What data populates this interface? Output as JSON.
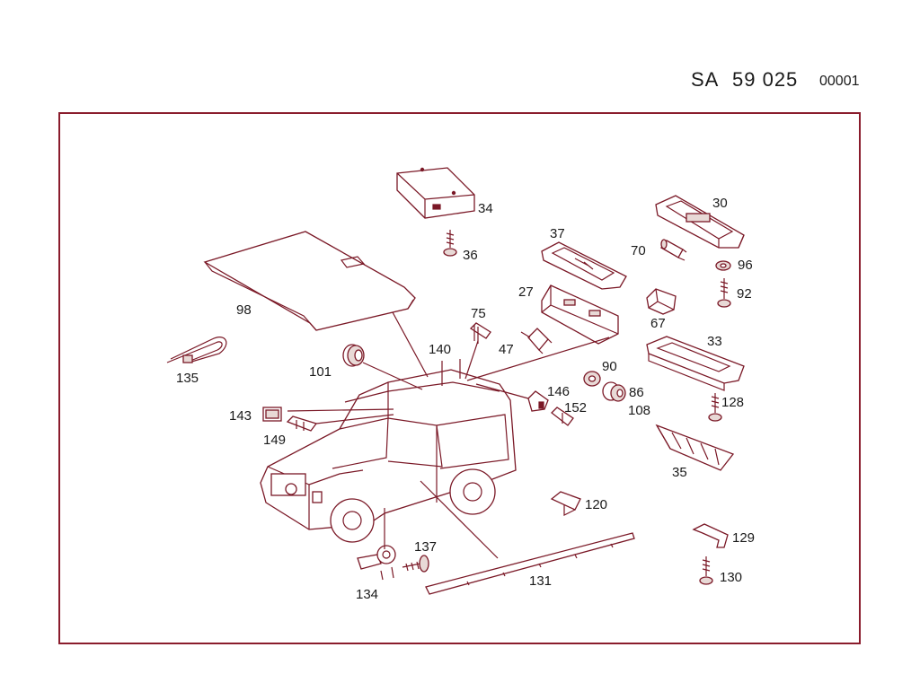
{
  "header": {
    "code_prefix": "SA",
    "code_number": "59 025",
    "sheet": "00001"
  },
  "colors": {
    "line": "#7a1826",
    "frame": "#8a1c2c",
    "text": "#1a1a1a",
    "background": "#ffffff"
  },
  "parts": [
    {
      "id": "34",
      "label": "34"
    },
    {
      "id": "36",
      "label": "36"
    },
    {
      "id": "30",
      "label": "30"
    },
    {
      "id": "37",
      "label": "37"
    },
    {
      "id": "70",
      "label": "70"
    },
    {
      "id": "96",
      "label": "96"
    },
    {
      "id": "92",
      "label": "92"
    },
    {
      "id": "98",
      "label": "98"
    },
    {
      "id": "27",
      "label": "27"
    },
    {
      "id": "67",
      "label": "67"
    },
    {
      "id": "75",
      "label": "75"
    },
    {
      "id": "47",
      "label": "47"
    },
    {
      "id": "33",
      "label": "33"
    },
    {
      "id": "140",
      "label": "140"
    },
    {
      "id": "135",
      "label": "135"
    },
    {
      "id": "101",
      "label": "101"
    },
    {
      "id": "90",
      "label": "90"
    },
    {
      "id": "86",
      "label": "86"
    },
    {
      "id": "146",
      "label": "146"
    },
    {
      "id": "128",
      "label": "128"
    },
    {
      "id": "108",
      "label": "108"
    },
    {
      "id": "152",
      "label": "152"
    },
    {
      "id": "143",
      "label": "143"
    },
    {
      "id": "149",
      "label": "149"
    },
    {
      "id": "35",
      "label": "35"
    },
    {
      "id": "120",
      "label": "120"
    },
    {
      "id": "129",
      "label": "129"
    },
    {
      "id": "137",
      "label": "137"
    },
    {
      "id": "130",
      "label": "130"
    },
    {
      "id": "131",
      "label": "131"
    },
    {
      "id": "134",
      "label": "134"
    }
  ]
}
